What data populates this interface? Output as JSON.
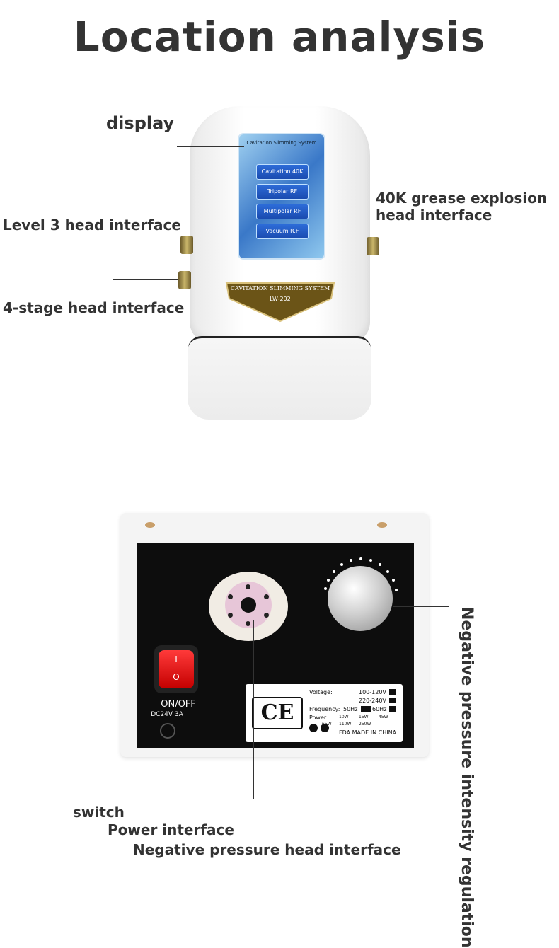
{
  "title": "Location analysis",
  "device1": {
    "labels": {
      "display": "display",
      "level3": "Level 3 head interface",
      "stage4": "4-stage head interface",
      "grease_line1": "40K grease explosion",
      "grease_line2": "head interface"
    },
    "screen": {
      "title": "Cavitation Slimming System",
      "buttons": [
        "Cavitation 40K",
        "Tripolar RF",
        "Multipolar RF",
        "Vacuum R.F"
      ]
    },
    "badge": {
      "line1": "CAVITATION SLIMMING SYSTEM",
      "line2": "LW-202"
    }
  },
  "device2": {
    "switch": {
      "on_symbol": "I",
      "off_symbol": "O",
      "label": "ON/OFF"
    },
    "power_jack": {
      "rating": "DC24V 3A"
    },
    "plate": {
      "ce_mark": "CE",
      "voltage_label": "Voltage:",
      "voltage_1": "100-120V",
      "voltage_2": "220-240V",
      "frequency_label": "Frequency:",
      "freq_1": "50Hz",
      "freq_2": "60Hz",
      "power_label": "Power:",
      "power_values": [
        "10W",
        "15W",
        "45W",
        "65W",
        "110W",
        "250W"
      ],
      "footer": "FDA MADE IN CHINA"
    },
    "labels": {
      "switch": "switch",
      "power_interface": "Power interface",
      "neg_head": "Negative pressure head interface",
      "neg_regulation": "Negative pressure intensity regulation"
    }
  }
}
